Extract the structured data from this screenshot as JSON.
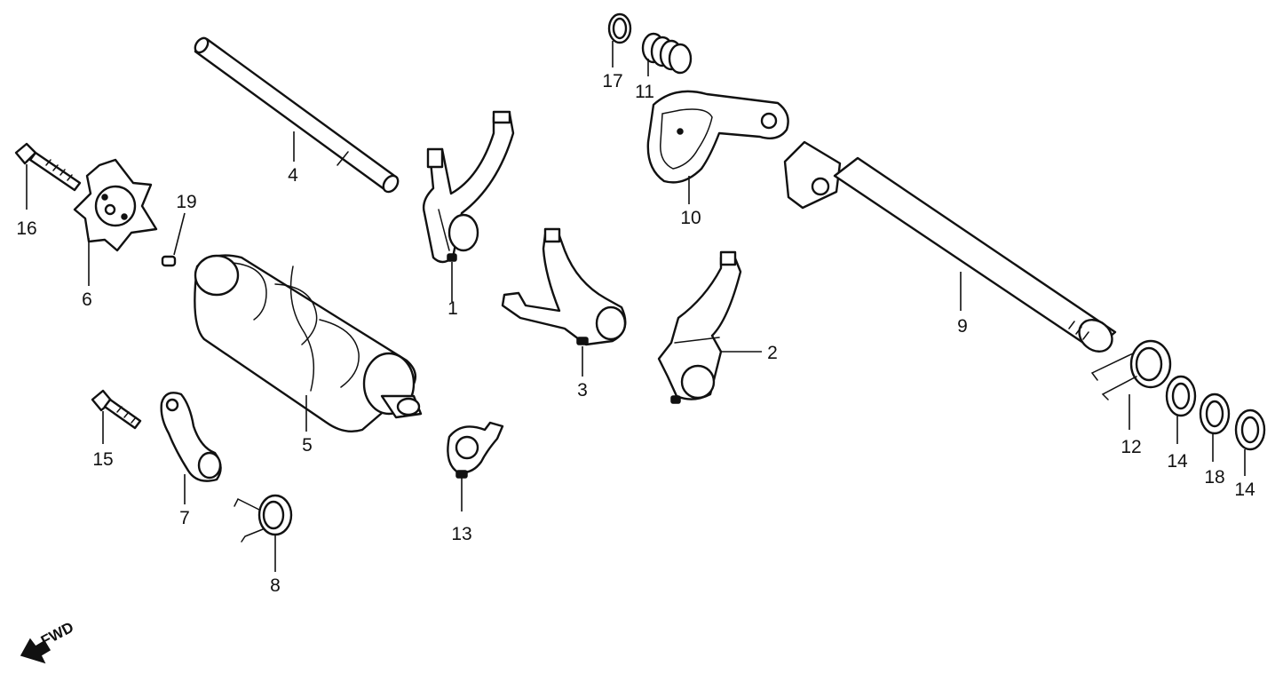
{
  "callouts": [
    {
      "id": "p1",
      "label": "1"
    },
    {
      "id": "p2",
      "label": "2"
    },
    {
      "id": "p3",
      "label": "3"
    },
    {
      "id": "p4",
      "label": "4"
    },
    {
      "id": "p5",
      "label": "5"
    },
    {
      "id": "p6",
      "label": "6"
    },
    {
      "id": "p7",
      "label": "7"
    },
    {
      "id": "p8",
      "label": "8"
    },
    {
      "id": "p9",
      "label": "9"
    },
    {
      "id": "p10",
      "label": "10"
    },
    {
      "id": "p11",
      "label": "11"
    },
    {
      "id": "p12",
      "label": "12"
    },
    {
      "id": "p13",
      "label": "13"
    },
    {
      "id": "p14a",
      "label": "14"
    },
    {
      "id": "p14b",
      "label": "14"
    },
    {
      "id": "p15",
      "label": "15"
    },
    {
      "id": "p16",
      "label": "16"
    },
    {
      "id": "p17",
      "label": "17"
    },
    {
      "id": "p18",
      "label": "18"
    },
    {
      "id": "p19",
      "label": "19"
    }
  ],
  "direction": {
    "label": "FWD"
  }
}
